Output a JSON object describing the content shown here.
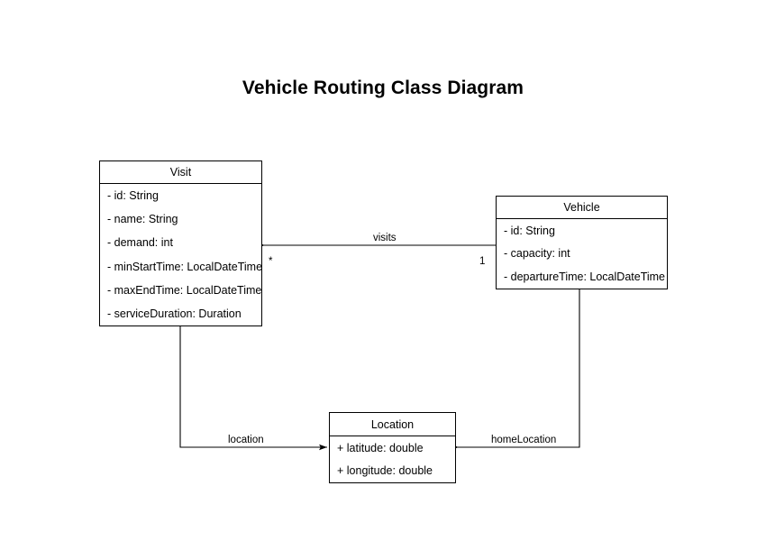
{
  "title": "Vehicle Routing Class Diagram",
  "diagram": {
    "type": "uml-class-diagram",
    "background": "#ffffff",
    "line_color": "#000000",
    "classes": [
      {
        "id": "visit",
        "name": "Visit",
        "attributes": [
          "- id: String",
          "- name: String",
          "- demand: int",
          "- minStartTime: LocalDateTime",
          "- maxEndTime: LocalDateTime",
          "- serviceDuration: Duration"
        ]
      },
      {
        "id": "vehicle",
        "name": "Vehicle",
        "attributes": [
          "- id: String",
          "- capacity: int",
          "- departureTime: LocalDateTime"
        ]
      },
      {
        "id": "location",
        "name": "Location",
        "attributes": [
          "+ latitude: double",
          "+ longitude: double"
        ]
      }
    ],
    "relationships": [
      {
        "id": "visits",
        "label": "visits",
        "from": "vehicle",
        "to": "visit",
        "arrow": "to-visit",
        "source_multiplicity": "1",
        "target_multiplicity": "*"
      },
      {
        "id": "location",
        "label": "location",
        "from": "visit",
        "to": "location",
        "arrow": "to-location",
        "source_multiplicity": "",
        "target_multiplicity": ""
      },
      {
        "id": "homeLocation",
        "label": "homeLocation",
        "from": "vehicle",
        "to": "location",
        "arrow": "to-location",
        "source_multiplicity": "",
        "target_multiplicity": ""
      }
    ]
  }
}
